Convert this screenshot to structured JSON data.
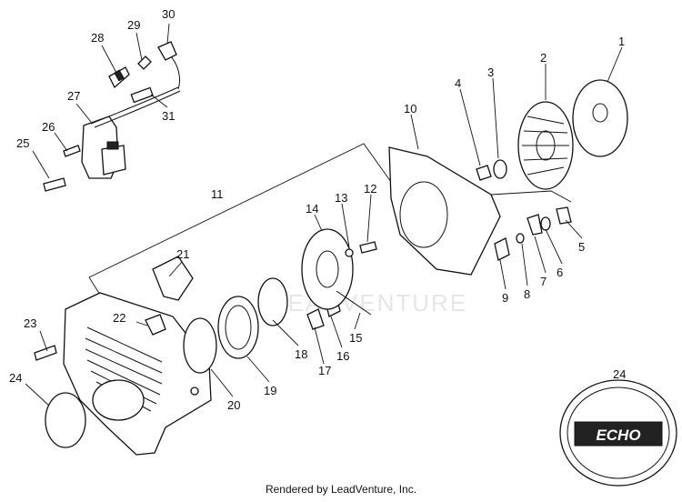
{
  "watermark": "LEADVENTURE",
  "footer": "Rendered by LeadVenture, Inc.",
  "badge_logo_text": "ECHO",
  "callouts": [
    "1",
    "2",
    "3",
    "4",
    "5",
    "6",
    "7",
    "8",
    "9",
    "10",
    "11",
    "12",
    "13",
    "14",
    "15",
    "16",
    "17",
    "18",
    "19",
    "20",
    "21",
    "22",
    "23",
    "24",
    "24",
    "25",
    "26",
    "27",
    "28",
    "29",
    "30",
    "31"
  ]
}
